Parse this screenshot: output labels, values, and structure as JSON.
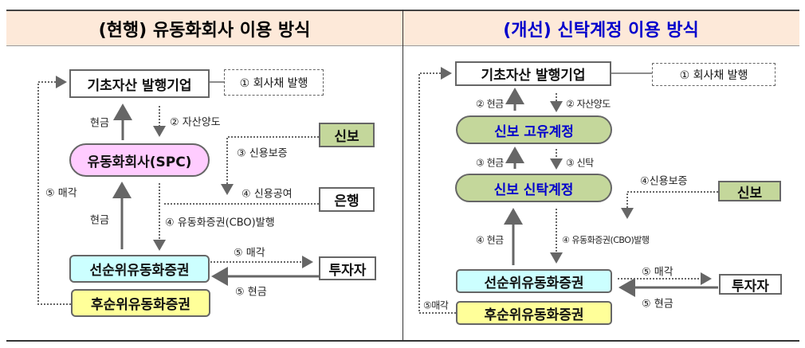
{
  "headers": {
    "current": "(현행) 유동화회사 이용 방식",
    "improved": "(개선) 신탁계정 이용 방식"
  },
  "colors": {
    "header_bg": "#fde9d9",
    "improved_title": "#0000cc",
    "spc": "#ffccff",
    "green": "#c4d79b",
    "senior": "#ccffff",
    "junior": "#ffff99"
  },
  "current": {
    "issuer": "기초자산 발행기업",
    "bond": "① 회사채 발행",
    "cash1": "현금",
    "transfer": "② 자산양도",
    "spc": "유동화회사(SPC)",
    "sinbo": "신보",
    "guarantee": "③ 신용보증",
    "bank": "은행",
    "credit": "④ 신용공여",
    "cbo": "④ 유동화증권(CBO)발행",
    "cash2": "현금",
    "sell_left": "⑤ 매각",
    "senior": "선순위유동화증권",
    "junior": "후순위유동화증권",
    "investor": "투자자",
    "sell": "⑤ 매각",
    "cash3": "⑤ 현금"
  },
  "improved": {
    "issuer": "기초자산 발행기업",
    "bond": "① 회사채 발행",
    "cash1": "② 현금",
    "transfer": "② 자산양도",
    "own": "신보  고유계정",
    "cash2": "③ 현금",
    "trust": "③ 신탁",
    "trust_acct": "신보  신탁계정",
    "guarantee": "④신용보증",
    "sinbo": "신보",
    "cash3": "④ 현금",
    "cbo": "④ 유동화증권(CBO)발행",
    "senior": "선순위유동화증권",
    "junior": "후순위유동화증권",
    "investor": "투자자",
    "sell": "⑤ 매각",
    "cash4": "⑤ 현금",
    "sell_left": "⑤매각"
  }
}
